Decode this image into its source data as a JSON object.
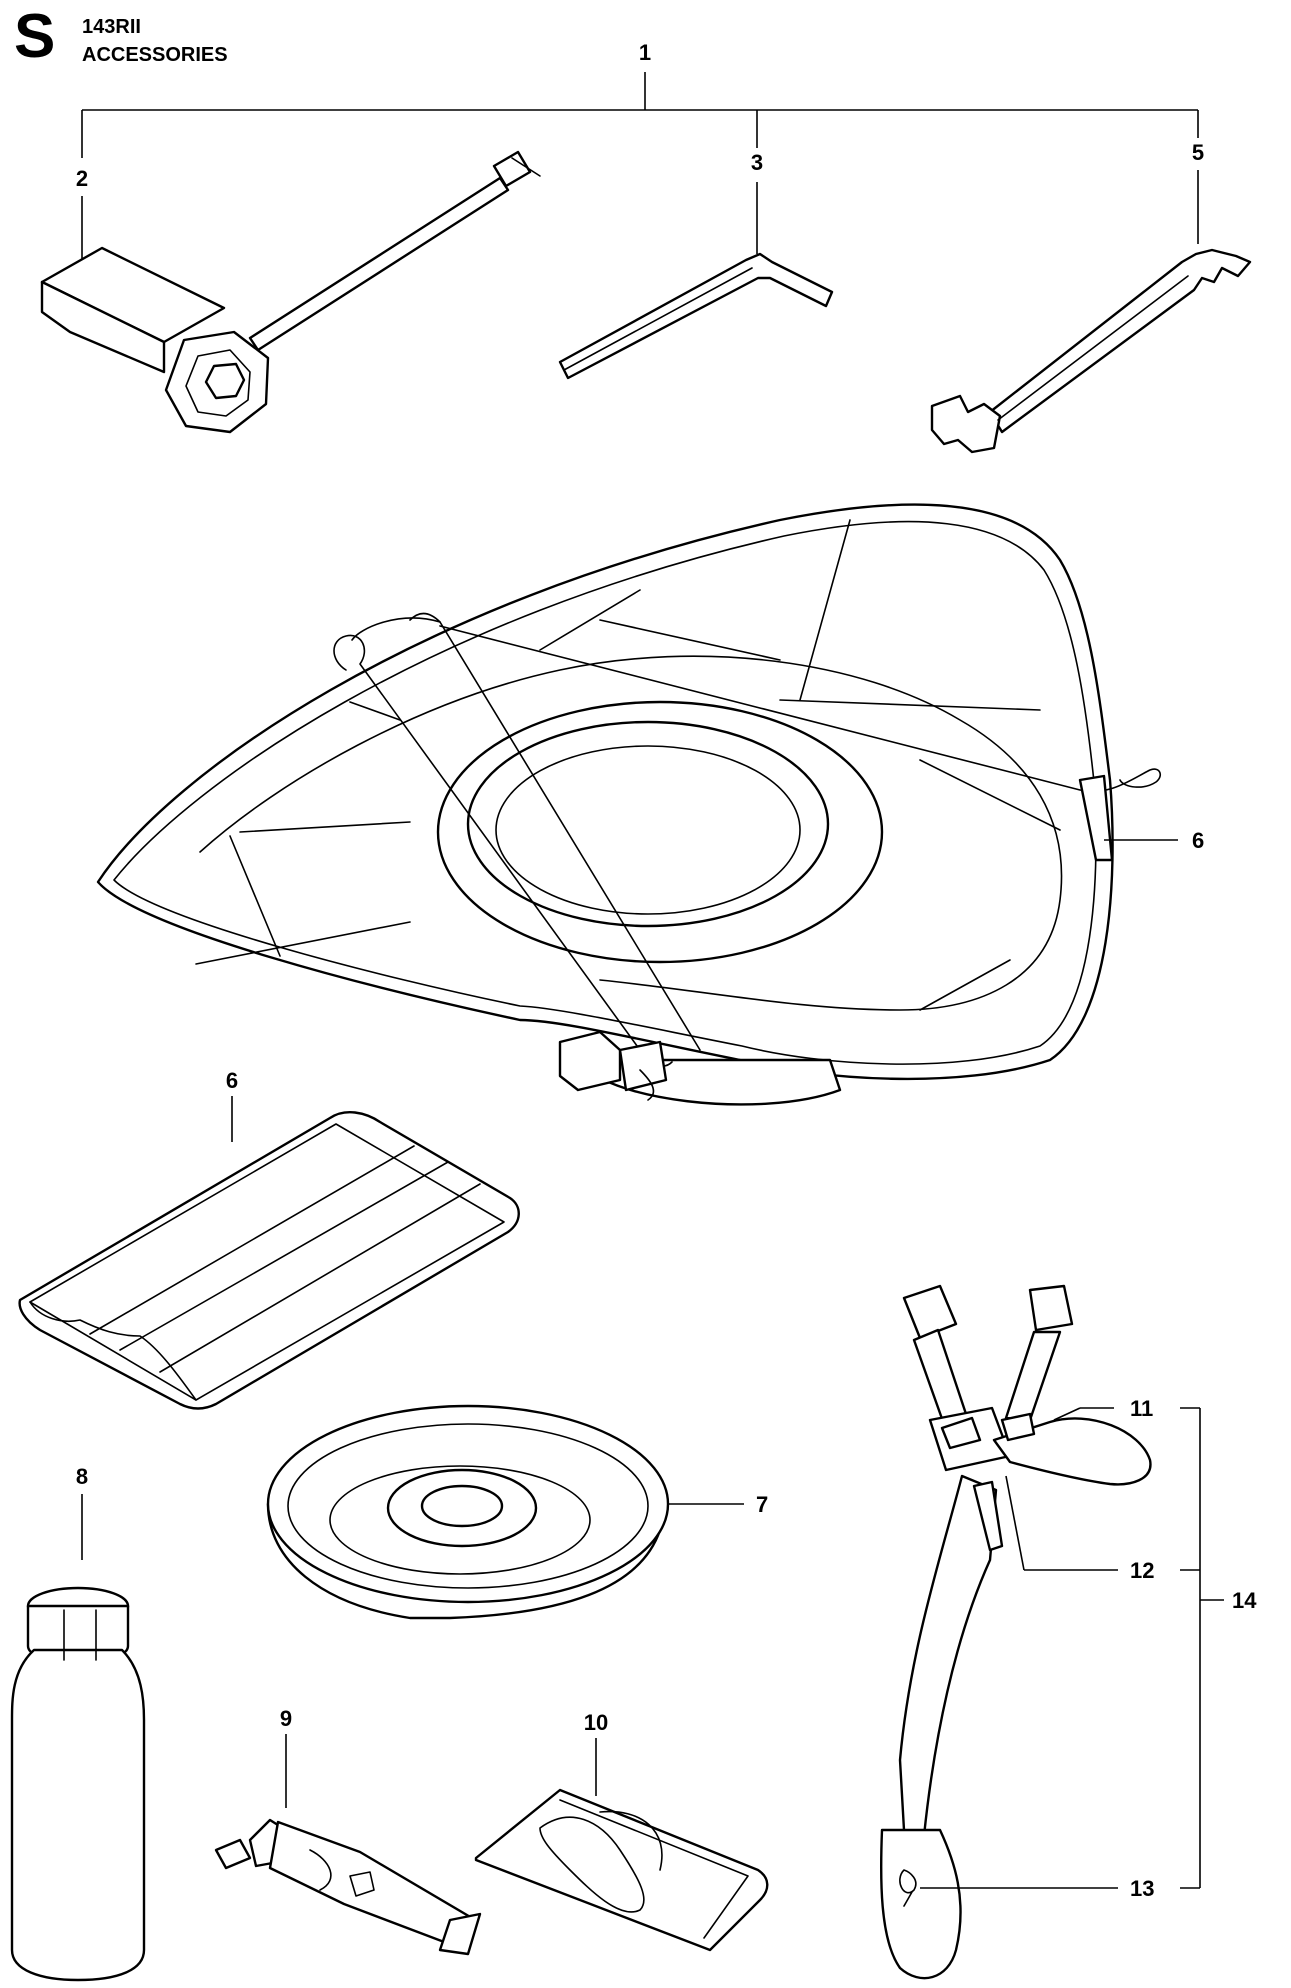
{
  "header": {
    "section_letter": "S",
    "model": "143RII",
    "title": "ACCESSORIES"
  },
  "callouts": {
    "c1": "1",
    "c2": "2",
    "c3": "3",
    "c5": "5",
    "c6a": "6",
    "c6b": "6",
    "c7": "7",
    "c8": "8",
    "c9": "9",
    "c10": "10",
    "c11": "11",
    "c12": "12",
    "c13": "13",
    "c14": "14"
  },
  "parts": {
    "tool_kit": "combination spanner",
    "hex_key": "hex-key",
    "open_spanner": "open-end spanner",
    "blade_guard": "blade-guard",
    "blade_cover": "blade-cover",
    "support_cup": "support-cup",
    "oil_bottle": "oil-bottle",
    "grease_tube": "grease-tube",
    "bag": "bag",
    "harness": "harness"
  }
}
